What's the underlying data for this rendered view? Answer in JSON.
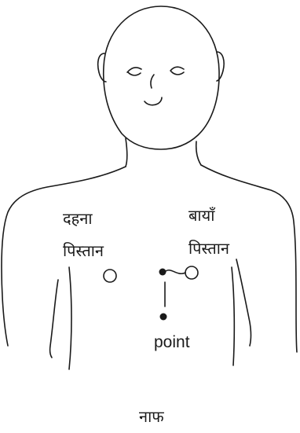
{
  "labels": {
    "right_side_line1": "दहना",
    "right_side_line2": "पिस्तान",
    "left_side_line1": "बायाँ",
    "left_side_line2": "पिस्तान",
    "point": "point",
    "navel": "नाफ"
  },
  "colors": {
    "ink": "#1a1a1a",
    "background": "#ffffff"
  }
}
